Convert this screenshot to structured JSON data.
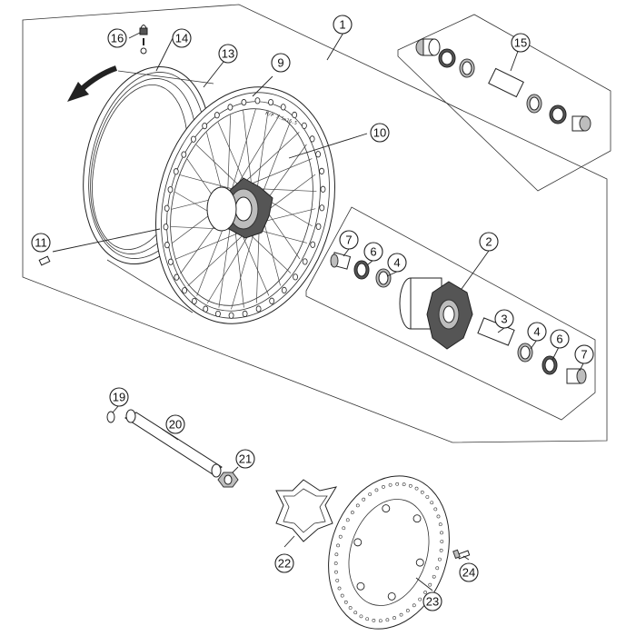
{
  "diagram": {
    "type": "exploded-parts-view",
    "rim_marking": "M/P 3.5x16.5",
    "callouts": [
      {
        "id": "c1",
        "label": "1"
      },
      {
        "id": "c2",
        "label": "2"
      },
      {
        "id": "c3",
        "label": "3"
      },
      {
        "id": "c4a",
        "label": "4"
      },
      {
        "id": "c4b",
        "label": "4"
      },
      {
        "id": "c6a",
        "label": "6"
      },
      {
        "id": "c6b",
        "label": "6"
      },
      {
        "id": "c7a",
        "label": "7"
      },
      {
        "id": "c7b",
        "label": "7"
      },
      {
        "id": "c9",
        "label": "9"
      },
      {
        "id": "c10",
        "label": "10"
      },
      {
        "id": "c11",
        "label": "11"
      },
      {
        "id": "c13",
        "label": "13"
      },
      {
        "id": "c14",
        "label": "14"
      },
      {
        "id": "c15",
        "label": "15"
      },
      {
        "id": "c16",
        "label": "16"
      },
      {
        "id": "c19",
        "label": "19"
      },
      {
        "id": "c20",
        "label": "20"
      },
      {
        "id": "c21",
        "label": "21"
      },
      {
        "id": "c22",
        "label": "22"
      },
      {
        "id": "c23",
        "label": "23"
      },
      {
        "id": "c24",
        "label": "24"
      }
    ]
  }
}
